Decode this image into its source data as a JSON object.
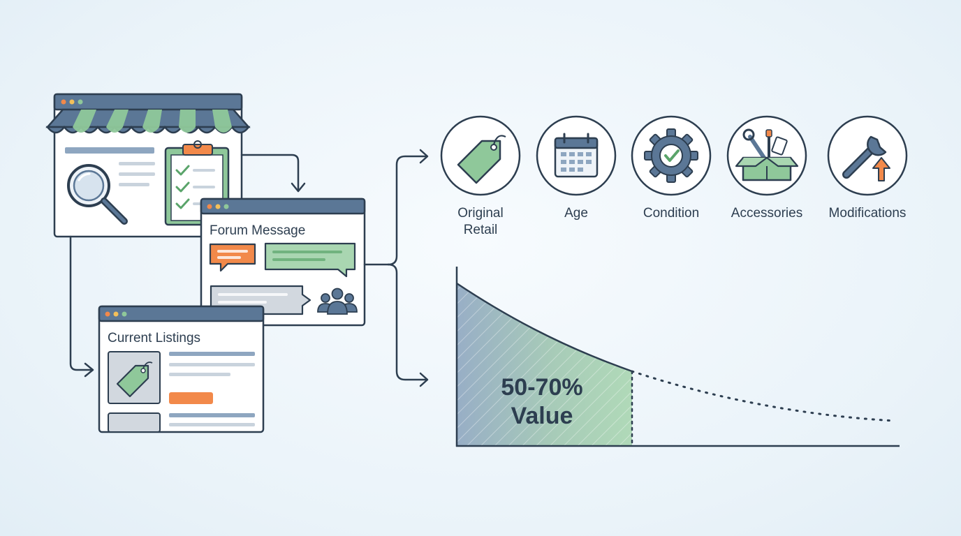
{
  "windows": {
    "forum_title": "Forum Message",
    "listings_title": "Current Listings"
  },
  "factors": [
    {
      "line1": "Original",
      "line2": "Retail",
      "icon": "price-tag-icon"
    },
    {
      "line1": "Age",
      "line2": "",
      "icon": "calendar-icon"
    },
    {
      "line1": "Condition",
      "line2": "",
      "icon": "gear-check-icon"
    },
    {
      "line1": "Accessories",
      "line2": "",
      "icon": "toolbox-icon"
    },
    {
      "line1": "Modifications",
      "line2": "",
      "icon": "wrench-upgrade-icon"
    }
  ],
  "value": {
    "line1": "50-70%",
    "line2": "Value"
  },
  "colors": {
    "dark": "#2d3e50",
    "slate": "#5b7796",
    "green": "#8fc89a",
    "orange": "#f2894a",
    "paper": "#ffffff",
    "grey": "#d2d8df"
  }
}
